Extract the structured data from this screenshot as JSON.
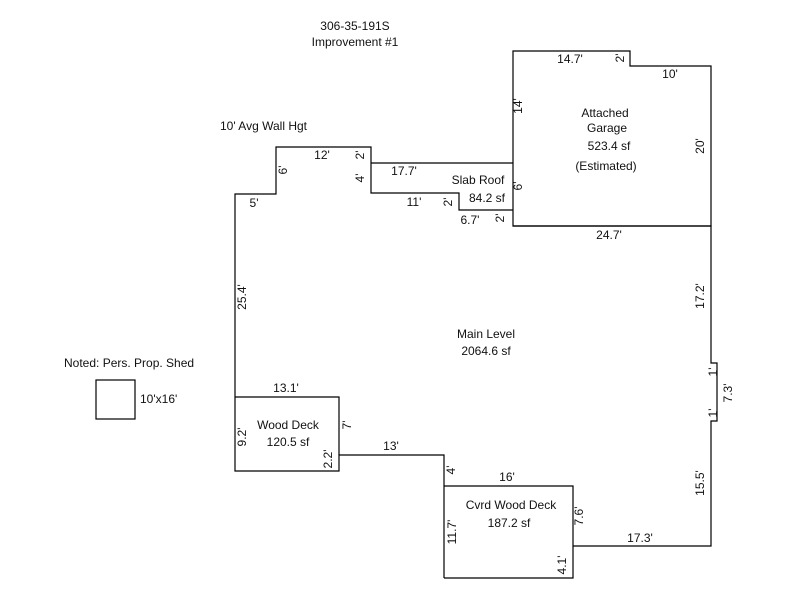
{
  "header": {
    "parcel_id": "306-35-191S",
    "improvement": "Improvement #1"
  },
  "notes": {
    "wall_height": "10' Avg Wall Hgt",
    "shed_note": "Noted: Pers. Prop. Shed",
    "shed_size": "10'x16'"
  },
  "areas": {
    "garage": {
      "line1": "Attached",
      "line2": "Garage",
      "area": "523.4 sf",
      "note": "(Estimated)"
    },
    "slab_roof": {
      "name": "Slab Roof",
      "area": "84.2 sf"
    },
    "main": {
      "name": "Main Level",
      "area": "2064.6 sf"
    },
    "wood_deck": {
      "name": "Wood Deck",
      "area": "120.5 sf"
    },
    "covered_deck": {
      "name": "Cvrd Wood Deck",
      "area": "187.2 sf"
    }
  },
  "dimensions": {
    "garage_top": "14.7'",
    "garage_top_jog": "2'",
    "garage_top_right": "10'",
    "garage_left": "14'",
    "garage_right": "20'",
    "garage_bottom": "24.7'",
    "main_top_left": "12'",
    "main_top_left_jog_right": "2'",
    "main_top_left_jog_left": "6'",
    "main_left_step": "5'",
    "main_left": "25.4'",
    "slab_top": "17.7'",
    "slab_left": "4'",
    "slab_bottom": "11'",
    "slab_step_a": "2'",
    "slab_step_b": "6.7'",
    "slab_step_c": "2'",
    "slab_right": "6'",
    "main_right_upper": "17.2'",
    "main_right_jog_top": "1'",
    "main_right_jog": "7.3'",
    "main_right_jog_bottom": "1'",
    "main_right_lower": "15.5'",
    "wood_deck_top": "13.1'",
    "wood_deck_left": "9.2'",
    "wood_deck_right": "7'",
    "wood_deck_step": "2.2'",
    "main_bottom_mid": "13'",
    "main_bottom_step": "4'",
    "cvrd_top": "16'",
    "cvrd_left": "11.7'",
    "cvrd_right": "7.6'",
    "cvrd_right_lower": "4.1'",
    "main_bottom_right": "17.3'"
  }
}
